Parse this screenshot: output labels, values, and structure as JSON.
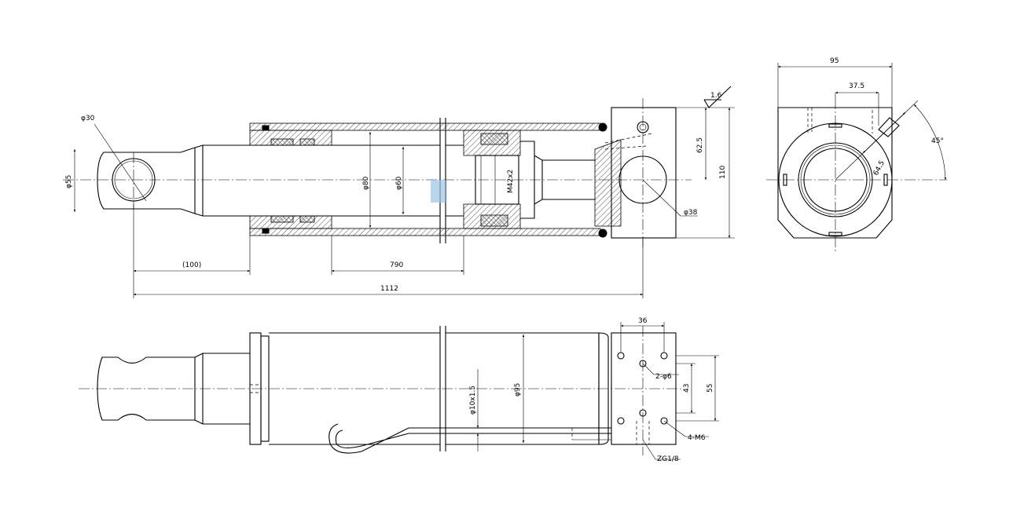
{
  "colors": {
    "line": "#000000",
    "background": "#ffffff",
    "highlight": "#9ec3e6"
  },
  "front_view": {
    "dim_pin_dia": "φ30",
    "dim_rod_end": "φ55",
    "dim_bore": "φ80",
    "dim_rod": "φ60",
    "dim_thread": "M42x2",
    "dim_port_hole": "φ38",
    "dim_port_height": "62.5",
    "dim_block_height": "110",
    "dim_roughness": "1.6",
    "dim_stroke_ref": "(100)",
    "dim_stroke": "790",
    "dim_total": "1112"
  },
  "side_view": {
    "dim_width": "95",
    "dim_offset": "37.5",
    "dim_angle": "45°",
    "dim_radius": "64.5"
  },
  "plan_view": {
    "dim_hole_spacing": "36",
    "dim_holes_small": "2-φ6",
    "dim_vertical_43": "43",
    "dim_vertical_55": "55",
    "dim_tube_dia": "φ95",
    "dim_pipe": "φ10x1.5",
    "dim_thread_holes": "4-M6",
    "dim_port_thread": "ZG1/8"
  }
}
